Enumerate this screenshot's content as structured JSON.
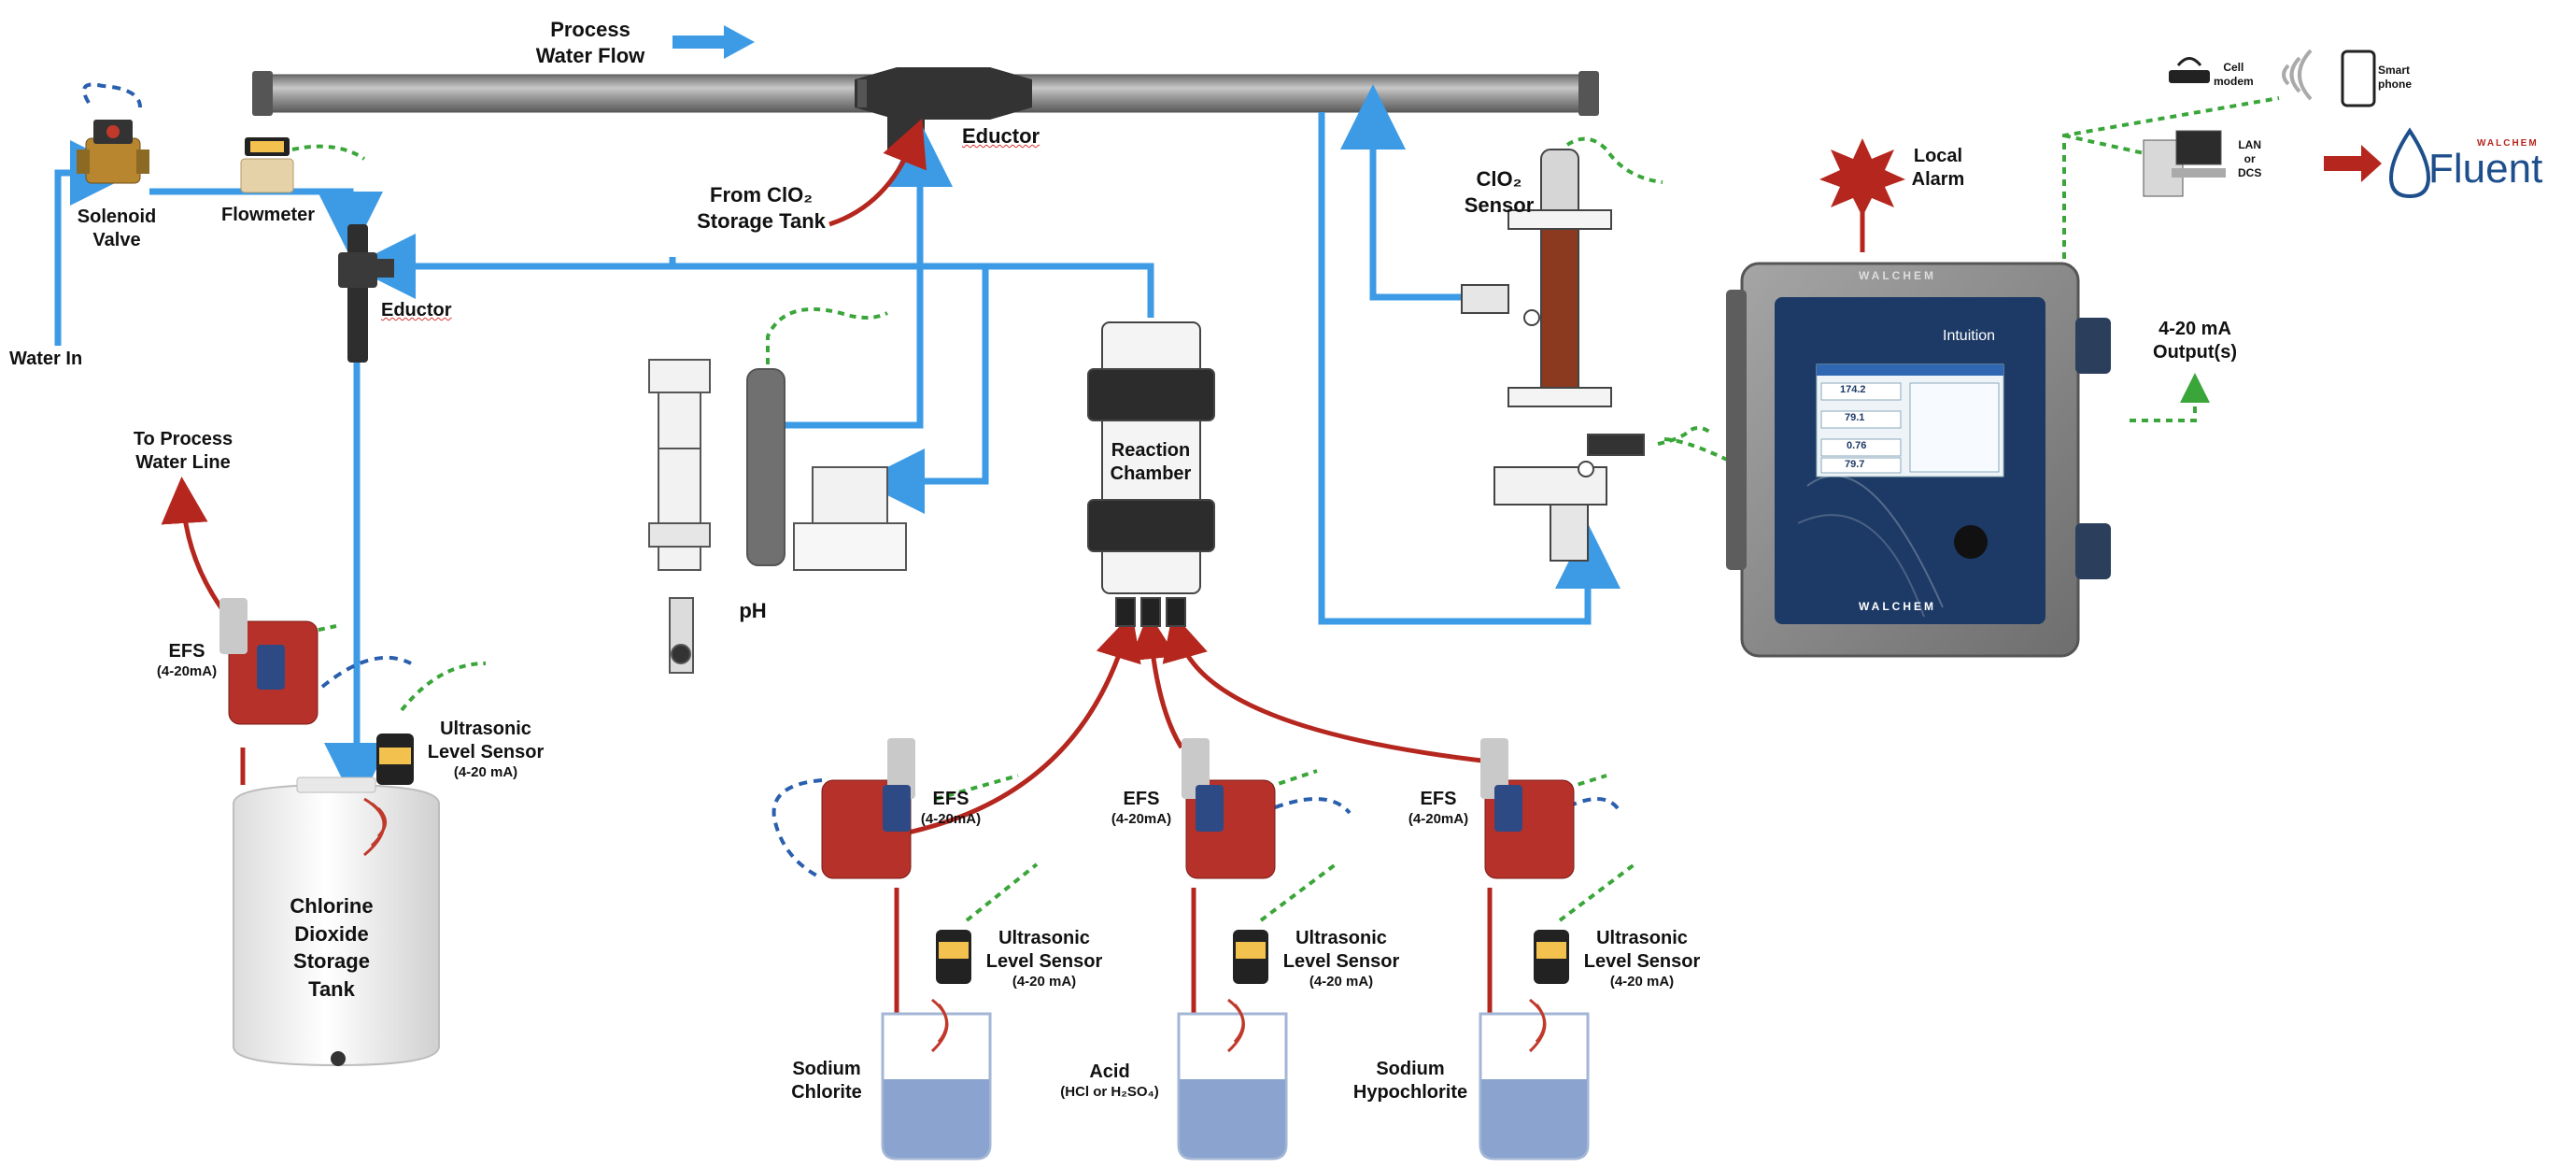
{
  "labels": {
    "process_water_flow": [
      "Process",
      "Water Flow"
    ],
    "eductor_top": "Eductor",
    "from_clo2": [
      "From ClO₂",
      "Storage Tank"
    ],
    "clo2_sensor": [
      "ClO₂",
      "Sensor"
    ],
    "local_alarm": [
      "Local",
      "Alarm"
    ],
    "cell_modem": [
      "Cell",
      "modem"
    ],
    "smart_phone": [
      "Smart",
      "phone"
    ],
    "lan_dcs": [
      "LAN",
      "or",
      "DCS"
    ],
    "output": [
      "4-20 mA",
      "Output(s)"
    ],
    "solenoid_valve": [
      "Solenoid",
      "Valve"
    ],
    "flowmeter": "Flowmeter",
    "eductor_left": "Eductor",
    "water_in": "Water In",
    "to_process": [
      "To Process",
      "Water Line"
    ],
    "ph": "pH",
    "reaction_chamber": [
      "Reaction",
      "Chamber"
    ],
    "efs_main": [
      "EFS",
      "(4-20mA)"
    ],
    "ultrasonic_main": [
      "Ultrasonic",
      "Level Sensor",
      "(4-20 mA)"
    ],
    "storage_tank": [
      "Chlorine",
      "Dioxide",
      "Storage",
      "Tank"
    ],
    "efs_1": [
      "EFS",
      "(4-20mA)"
    ],
    "efs_2": [
      "EFS",
      "(4-20mA)"
    ],
    "efs_3": [
      "EFS",
      "(4-20mA)"
    ],
    "ultrasonic_1": [
      "Ultrasonic",
      "Level Sensor",
      "(4-20 mA)"
    ],
    "ultrasonic_2": [
      "Ultrasonic",
      "Level Sensor",
      "(4-20 mA)"
    ],
    "ultrasonic_3": [
      "Ultrasonic",
      "Level Sensor",
      "(4-20 mA)"
    ],
    "sodium_chlorite": [
      "Sodium",
      "Chlorite"
    ],
    "acid": [
      "Acid",
      "(HCl or H₂SO₄)"
    ],
    "sodium_hypochlorite": [
      "Sodium",
      "Hypochlorite"
    ]
  },
  "controller": {
    "brand": "WALCHEM",
    "product": "Intuition",
    "screen_rows": [
      "174.2",
      "79.1",
      "0.76",
      "79.7"
    ]
  },
  "brand_logo": {
    "top": "WALCHEM",
    "main": "Fluent"
  },
  "colors": {
    "water_line": "#3d9be6",
    "chemical_line": "#b5271e",
    "signal_green": "#3aa63a",
    "signal_blue": "#2a5fae",
    "controller_gray": "#8a8a8a",
    "screen_blue": "#1d3a66"
  }
}
